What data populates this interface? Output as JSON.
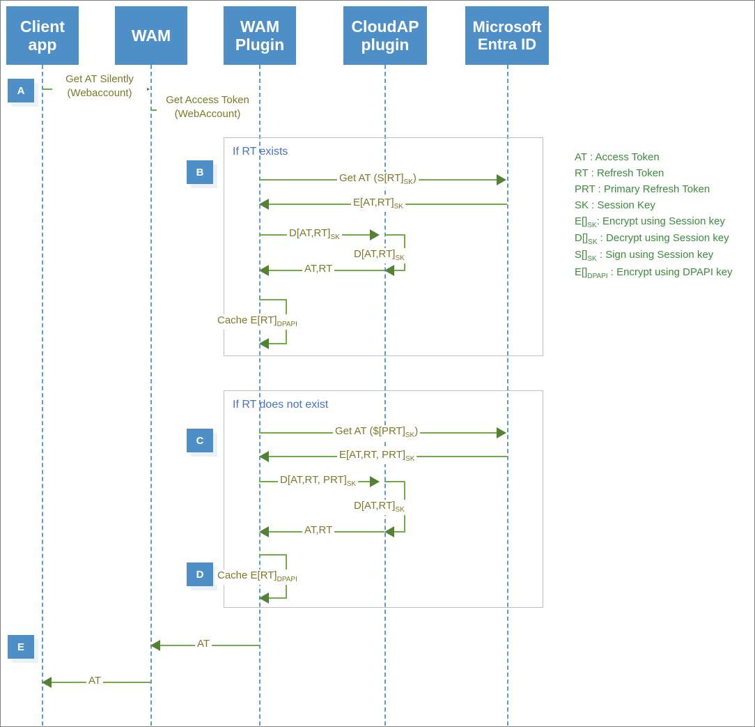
{
  "diagram": {
    "title": "WAM token acquisition sequence",
    "participants": [
      {
        "id": "client-app",
        "label_line1": "Client",
        "label_line2": "app"
      },
      {
        "id": "wam",
        "label_line1": "WAM",
        "label_line2": ""
      },
      {
        "id": "wam-plugin",
        "label_line1": "WAM",
        "label_line2": "Plugin"
      },
      {
        "id": "cloudap-plugin",
        "label_line1": "CloudAP",
        "label_line2": "plugin"
      },
      {
        "id": "entra-id",
        "label_line1": "Microsoft",
        "label_line2": "Entra ID"
      }
    ],
    "badges": [
      {
        "id": "badge-a",
        "label": "A"
      },
      {
        "id": "badge-b",
        "label": "B"
      },
      {
        "id": "badge-c",
        "label": "C"
      },
      {
        "id": "badge-d",
        "label": "D"
      },
      {
        "id": "badge-e",
        "label": "E"
      }
    ],
    "fragments": [
      {
        "id": "fragment-rt-exists",
        "label": "If RT exists"
      },
      {
        "id": "fragment-rt-not-exists",
        "label": "If RT does not exist"
      }
    ],
    "messages": [
      {
        "id": "msg-get-at-silently",
        "line1": "Get AT Silently",
        "line2": "(Webaccount)",
        "from": "client-app",
        "to": "wam",
        "direction": "right"
      },
      {
        "id": "msg-get-access-token",
        "line1": "Get Access Token",
        "line2": "(WebAccount)",
        "from": "wam",
        "to": "wam-plugin",
        "direction": "right"
      },
      {
        "id": "msg-get-at-srt",
        "text": "Get AT (S[RT]",
        "sub": "SK",
        "tail": ")",
        "from": "wam-plugin",
        "to": "entra-id",
        "direction": "right"
      },
      {
        "id": "msg-eatrt",
        "text": "E[AT,RT]",
        "sub": "SK",
        "tail": "",
        "from": "entra-id",
        "to": "wam-plugin",
        "direction": "left"
      },
      {
        "id": "msg-datrt",
        "text": "D[AT,RT]",
        "sub": "SK",
        "tail": "",
        "from": "wam-plugin",
        "to": "cloudap-plugin",
        "direction": "right"
      },
      {
        "id": "msg-datrt-self",
        "text": "D[AT,RT]",
        "sub": "SK",
        "tail": "",
        "from": "cloudap-plugin",
        "to": "cloudap-plugin",
        "direction": "self"
      },
      {
        "id": "msg-atrt",
        "text": "AT,RT",
        "sub": "",
        "tail": "",
        "from": "cloudap-plugin",
        "to": "wam-plugin",
        "direction": "left"
      },
      {
        "id": "msg-cache-ert-b",
        "text": "Cache E[RT]",
        "sub": "DPAPI",
        "tail": "",
        "from": "wam-plugin",
        "to": "wam-plugin",
        "direction": "self"
      },
      {
        "id": "msg-get-at-sprt",
        "text": "Get AT ($[PRT]",
        "sub": "SK",
        "tail": ")",
        "from": "wam-plugin",
        "to": "entra-id",
        "direction": "right"
      },
      {
        "id": "msg-eatrtprt",
        "text": "E[AT,RT, PRT]",
        "sub": "SK",
        "tail": "",
        "from": "entra-id",
        "to": "wam-plugin",
        "direction": "left"
      },
      {
        "id": "msg-datrtprt",
        "text": "D[AT,RT, PRT]",
        "sub": "SK",
        "tail": "",
        "from": "wam-plugin",
        "to": "cloudap-plugin",
        "direction": "right"
      },
      {
        "id": "msg-datrt-self-2",
        "text": "D[AT,RT]",
        "sub": "SK",
        "tail": "",
        "from": "cloudap-plugin",
        "to": "cloudap-plugin",
        "direction": "self"
      },
      {
        "id": "msg-atrt-2",
        "text": "AT,RT",
        "sub": "",
        "tail": "",
        "from": "cloudap-plugin",
        "to": "wam-plugin",
        "direction": "left"
      },
      {
        "id": "msg-cache-ert-d",
        "text": "Cache E[RT]",
        "sub": "DPAPI",
        "tail": "",
        "from": "wam-plugin",
        "to": "wam-plugin",
        "direction": "self"
      },
      {
        "id": "msg-at-return-1",
        "text": "AT",
        "sub": "",
        "tail": "",
        "from": "wam-plugin",
        "to": "wam",
        "direction": "left"
      },
      {
        "id": "msg-at-return-2",
        "text": "AT",
        "sub": "",
        "tail": "",
        "from": "wam",
        "to": "client-app",
        "direction": "left"
      }
    ],
    "legend": {
      "items": [
        {
          "id": "legend-at",
          "abbr": "AT",
          "sub": "",
          "text": " : Access Token"
        },
        {
          "id": "legend-rt",
          "abbr": "RT",
          "sub": "",
          "text": " : Refresh Token"
        },
        {
          "id": "legend-prt",
          "abbr": "PRT",
          "sub": "",
          "text": " : Primary Refresh Token"
        },
        {
          "id": "legend-sk",
          "abbr": "SK",
          "sub": "",
          "text": " : Session Key"
        },
        {
          "id": "legend-e-sk",
          "abbr": "E[]",
          "sub": "SK",
          "text": ": Encrypt using Session key"
        },
        {
          "id": "legend-d-sk",
          "abbr": "D[]",
          "sub": "SK",
          "text": " : Decrypt using Session key"
        },
        {
          "id": "legend-s-sk",
          "abbr": "S[]",
          "sub": "SK",
          "text": " : Sign using Session key"
        },
        {
          "id": "legend-e-dpapi",
          "abbr": "E[]",
          "sub": "DPAPI",
          "text": " : Encrypt using DPAPI key"
        }
      ]
    },
    "colors": {
      "participant_blue": "#4E8FC8",
      "lifeline_blue": "#5B9BD5",
      "message_green": "#70AD47",
      "arrow_green": "#548235",
      "message_text": "#7A7A28",
      "legend_green": "#3C8C3C",
      "frame_label_blue": "#4472C4",
      "frame_border": "#BFBFBF"
    }
  }
}
